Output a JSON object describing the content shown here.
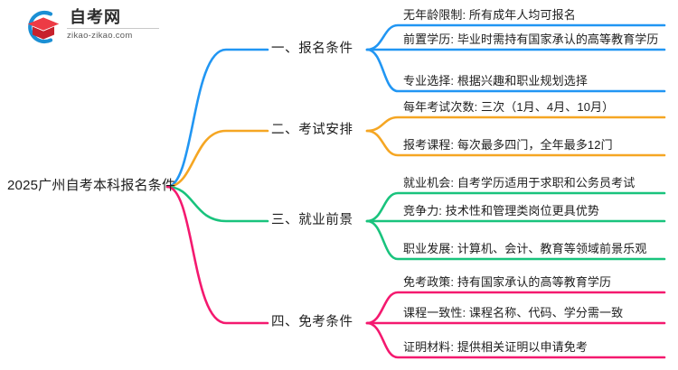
{
  "logo": {
    "name_cn": "自考网",
    "url": "zikao-zikao.com",
    "mark_icon": "graduation-cap-logo-icon",
    "arc_color": "#1b8fd4",
    "cap_color": "#e0313a"
  },
  "mindmap": {
    "root": {
      "label": "2025广州自考本科报名条件"
    },
    "branches": [
      {
        "label": "一、报名条件",
        "color": "#2196f3",
        "leaves": [
          {
            "label": "无年龄限制: 所有成年人均可报名"
          },
          {
            "label": "前置学历: 毕业时需持有国家承认的高等教育学历"
          },
          {
            "label": "专业选择: 根据兴趣和职业规划选择"
          }
        ]
      },
      {
        "label": "二、考试安排",
        "color": "#f5a623",
        "leaves": [
          {
            "label": "每年考试次数: 三次（1月、4月、10月）"
          },
          {
            "label": "报考课程: 每次最多四门，全年最多12门"
          }
        ]
      },
      {
        "label": "三、就业前景",
        "color": "#19c37d",
        "leaves": [
          {
            "label": "就业机会: 自考学历适用于求职和公务员考试"
          },
          {
            "label": "竞争力: 技术性和管理类岗位更具优势"
          },
          {
            "label": "职业发展: 计算机、会计、教育等领域前景乐观"
          }
        ]
      },
      {
        "label": "四、免考条件",
        "color": "#f4196f",
        "leaves": [
          {
            "label": "免考政策: 持有国家承认的高等教育学历"
          },
          {
            "label": "课程一致性: 课程名称、代码、学分需一致"
          },
          {
            "label": "证明材料: 提供相关证明以申请免考"
          }
        ]
      }
    ]
  }
}
